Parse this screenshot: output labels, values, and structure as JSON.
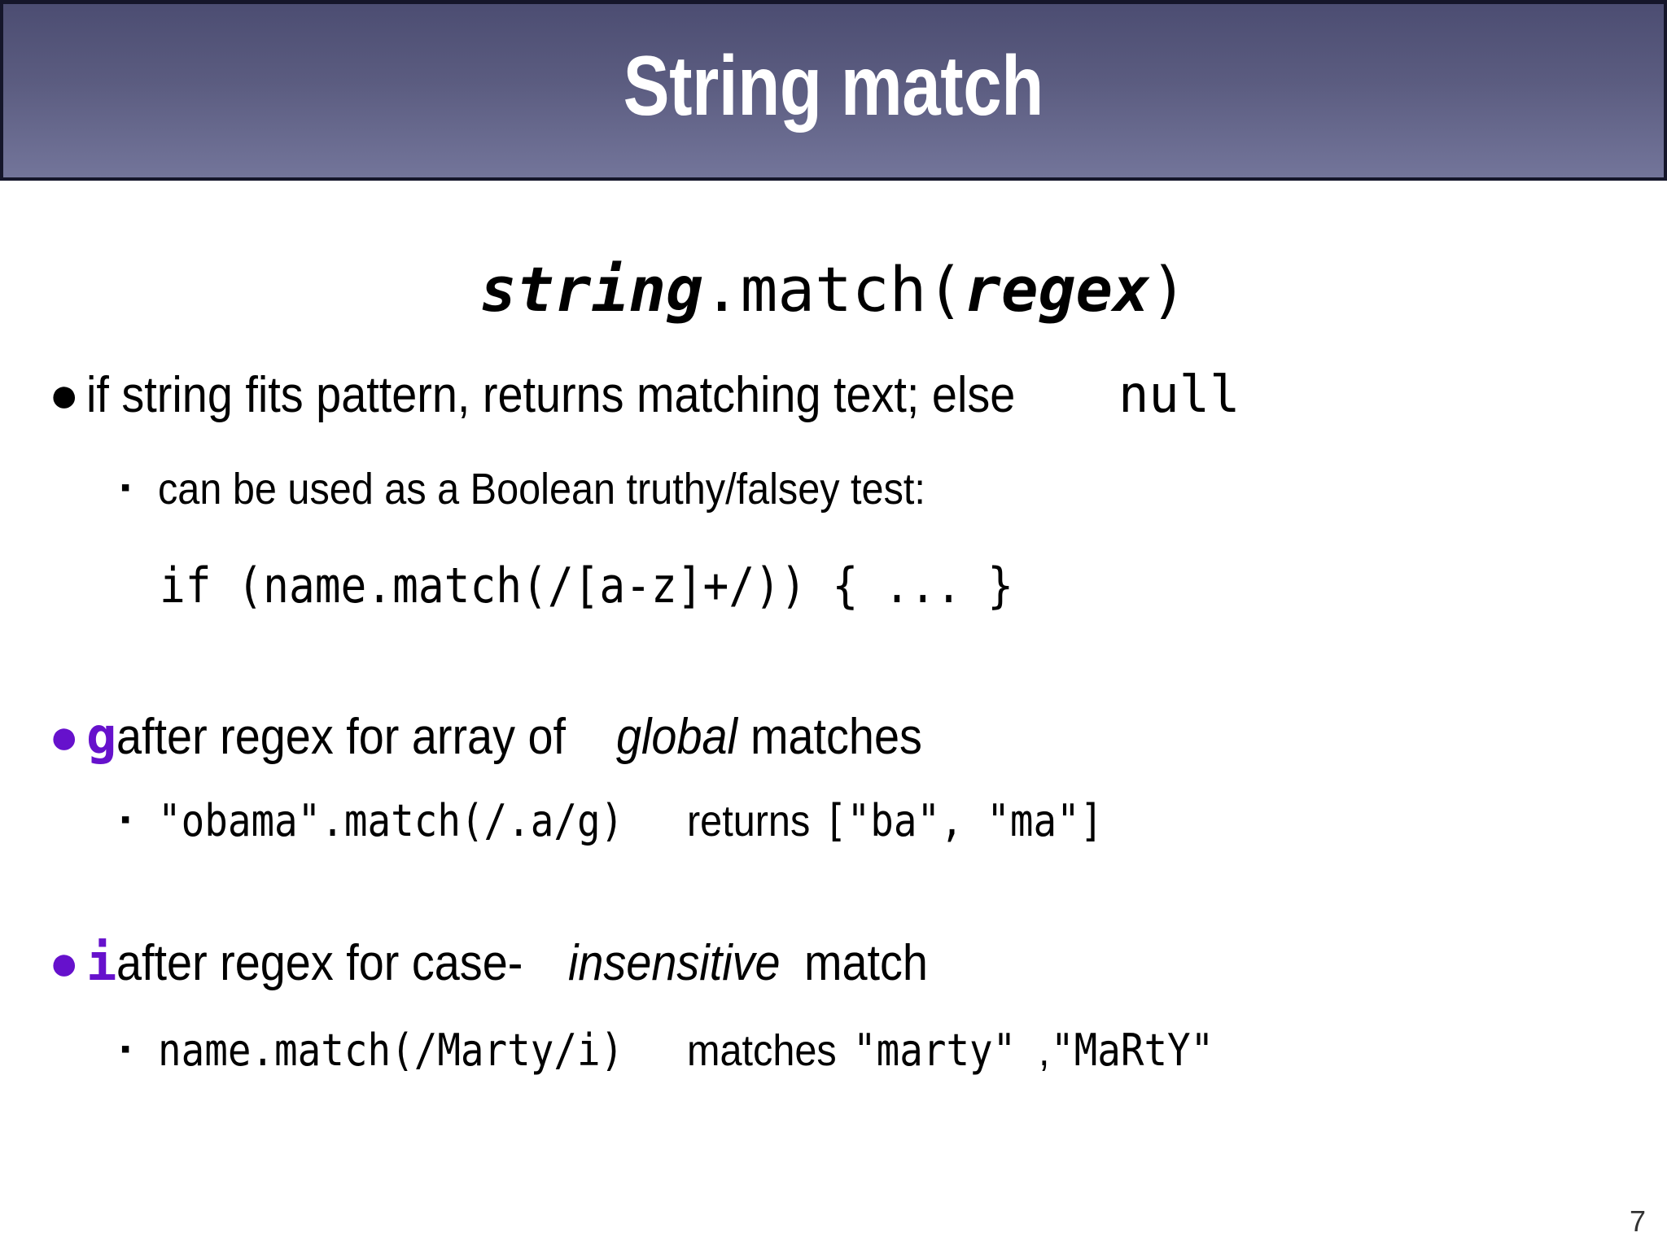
{
  "slide": {
    "title": "String match",
    "page_number": "7",
    "accent_color": "#6611CC",
    "title_bar_gradient_top": "#4c4d72",
    "title_bar_gradient_bottom": "#73759a",
    "title_text_color": "#ffffff",
    "background_color": "#ffffff"
  },
  "signature": {
    "object": "string",
    "method": ".match(",
    "param": "regex",
    "close": ")"
  },
  "bullets": [
    {
      "marker": "bullet-dot",
      "marker_color": "#000000",
      "level": 1,
      "text_before": "if string fits pattern, returns matching text; else ",
      "code": "null",
      "text_after": ""
    },
    {
      "marker": "bullet-square",
      "marker_color": "#000000",
      "level": 2,
      "text_before": "can be used as a Boolean truthy/falsey test:",
      "code": "",
      "text_after": ""
    },
    {
      "marker": "none",
      "level": 3,
      "code": "if (name.match(/[a-z]+/)) { ... }"
    },
    {
      "marker": "bullet-dot",
      "marker_color": "#6611CC",
      "level": 1,
      "flag": "g",
      "text_before": " after regex for array of ",
      "emphasis": "global",
      "text_after": " matches"
    },
    {
      "marker": "bullet-square",
      "marker_color": "#000000",
      "level": 2,
      "code": "\"obama\".match(/.a/g)",
      "text_mid": " returns ",
      "code2": "[\"ba\", \"ma\"]"
    },
    {
      "marker": "bullet-dot",
      "marker_color": "#6611CC",
      "level": 1,
      "flag": "i",
      "text_before": " after regex for case-",
      "emphasis": "insensitive",
      "text_after": " match"
    },
    {
      "marker": "bullet-square",
      "marker_color": "#000000",
      "level": 2,
      "code": "name.match(/Marty/i)",
      "text_mid": " matches ",
      "code2": "\"marty\"",
      "text_mid2": ", ",
      "code3": "\"MaRtY\""
    }
  ],
  "markers": {
    "dot": "●",
    "square": "▪"
  }
}
